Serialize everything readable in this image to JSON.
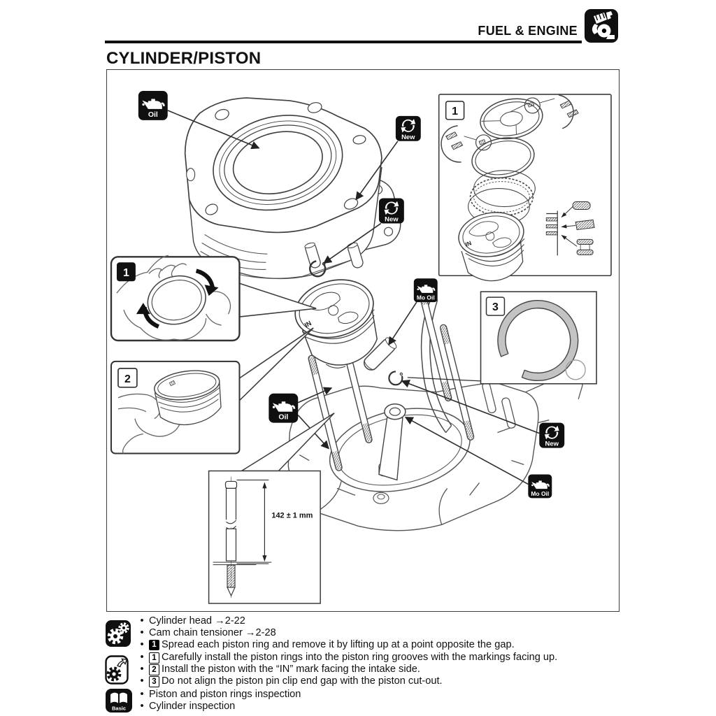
{
  "header": {
    "section": "FUEL & ENGINE"
  },
  "title": "CYLINDER/PISTON",
  "diagram": {
    "insets": {
      "rings_exploded": {
        "label": "1"
      },
      "ring_spread": {
        "label": "1"
      },
      "piston_install": {
        "label": "2"
      },
      "pin_clip": {
        "label": "3"
      }
    },
    "badges": {
      "oil_bore": "Oil",
      "oil_studs": "Oil",
      "new_base_gasket": "New",
      "new_clip_upper": "New",
      "new_clip_lower": "New",
      "mo_oil_piston_pin": "Mo Oil",
      "mo_oil_conrod": "Mo Oil"
    },
    "dimension": {
      "stud_length": "142 ± 1 mm"
    },
    "piston_mark": "IN",
    "colors": {
      "ink": "#3f3f3f",
      "badge_bg": "#0f0f0f",
      "clip_gray": "#c3c3c3"
    }
  },
  "notes": {
    "groups": [
      {
        "icon": "removal-icon",
        "items": [
          {
            "bullet": "•",
            "text": "Cylinder head →2-22"
          },
          {
            "bullet": "•",
            "text": "Cam chain tensioner →2-28"
          },
          {
            "bullet": "•",
            "marker": "1",
            "marker_style": "filled",
            "text": "Spread each piston ring and remove it by lifting up at a point opposite the gap."
          }
        ]
      },
      {
        "icon": "installation-icon",
        "items": [
          {
            "bullet": "•",
            "marker": "1",
            "marker_style": "outlined",
            "text": "Carefully install the piston rings into the piston ring grooves with the markings facing up."
          },
          {
            "bullet": "•",
            "marker": "2",
            "marker_style": "outlined",
            "text": "Install the piston with the “IN” mark facing the intake side."
          },
          {
            "bullet": "•",
            "marker": "3",
            "marker_style": "outlined",
            "text": "Do not align the piston pin clip end gap with the piston cut-out."
          }
        ]
      },
      {
        "icon": "basic-manual-icon",
        "icon_label": "Basic",
        "items": [
          {
            "bullet": "•",
            "text": "Piston and piston rings inspection"
          },
          {
            "bullet": "•",
            "text": "Cylinder inspection"
          }
        ]
      }
    ]
  }
}
